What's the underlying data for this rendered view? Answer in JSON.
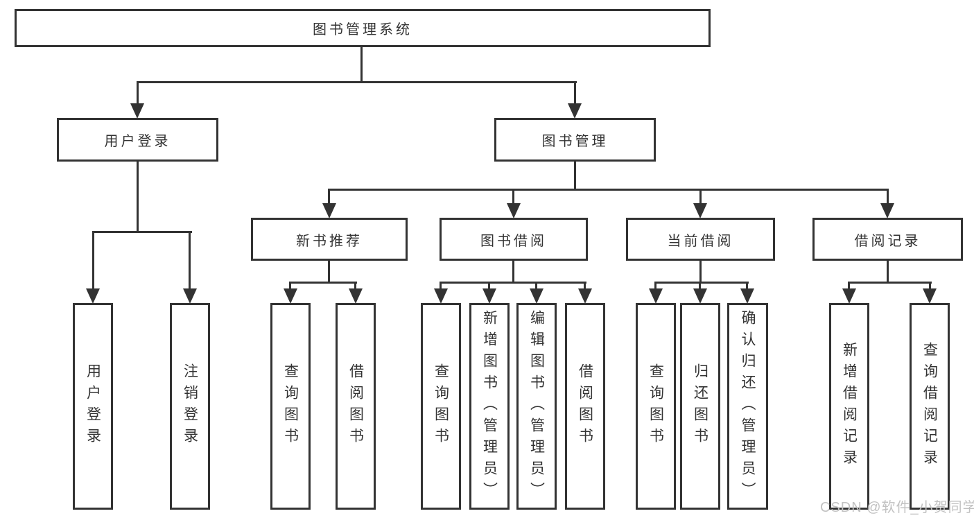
{
  "diagram": {
    "title": "图书管理系统",
    "branches": [
      {
        "label": "用户登录",
        "children": [
          {
            "label": "用户登录"
          },
          {
            "label": "注销登录"
          }
        ]
      },
      {
        "label": "图书管理",
        "children": [
          {
            "label": "新书推荐",
            "children": [
              {
                "label": "查询图书"
              },
              {
                "label": "借阅图书"
              }
            ]
          },
          {
            "label": "图书借阅",
            "children": [
              {
                "label": "查询图书"
              },
              {
                "label": "新增图书（管理员）"
              },
              {
                "label": "编辑图书（管理员）"
              },
              {
                "label": "借阅图书"
              }
            ]
          },
          {
            "label": "当前借阅",
            "children": [
              {
                "label": "查询图书"
              },
              {
                "label": "归还图书"
              },
              {
                "label": "确认归还（管理员）"
              }
            ]
          },
          {
            "label": "借阅记录",
            "children": [
              {
                "label": "新增借阅记录"
              },
              {
                "label": "查询借阅记录"
              }
            ]
          }
        ]
      }
    ]
  },
  "watermark": {
    "text": "CSDN @软件_小贺同学"
  },
  "colors": {
    "line": "#333333",
    "box_border": "#333333",
    "text": "#333333",
    "background": "#ffffff",
    "watermark": "#c2c2c2"
  }
}
